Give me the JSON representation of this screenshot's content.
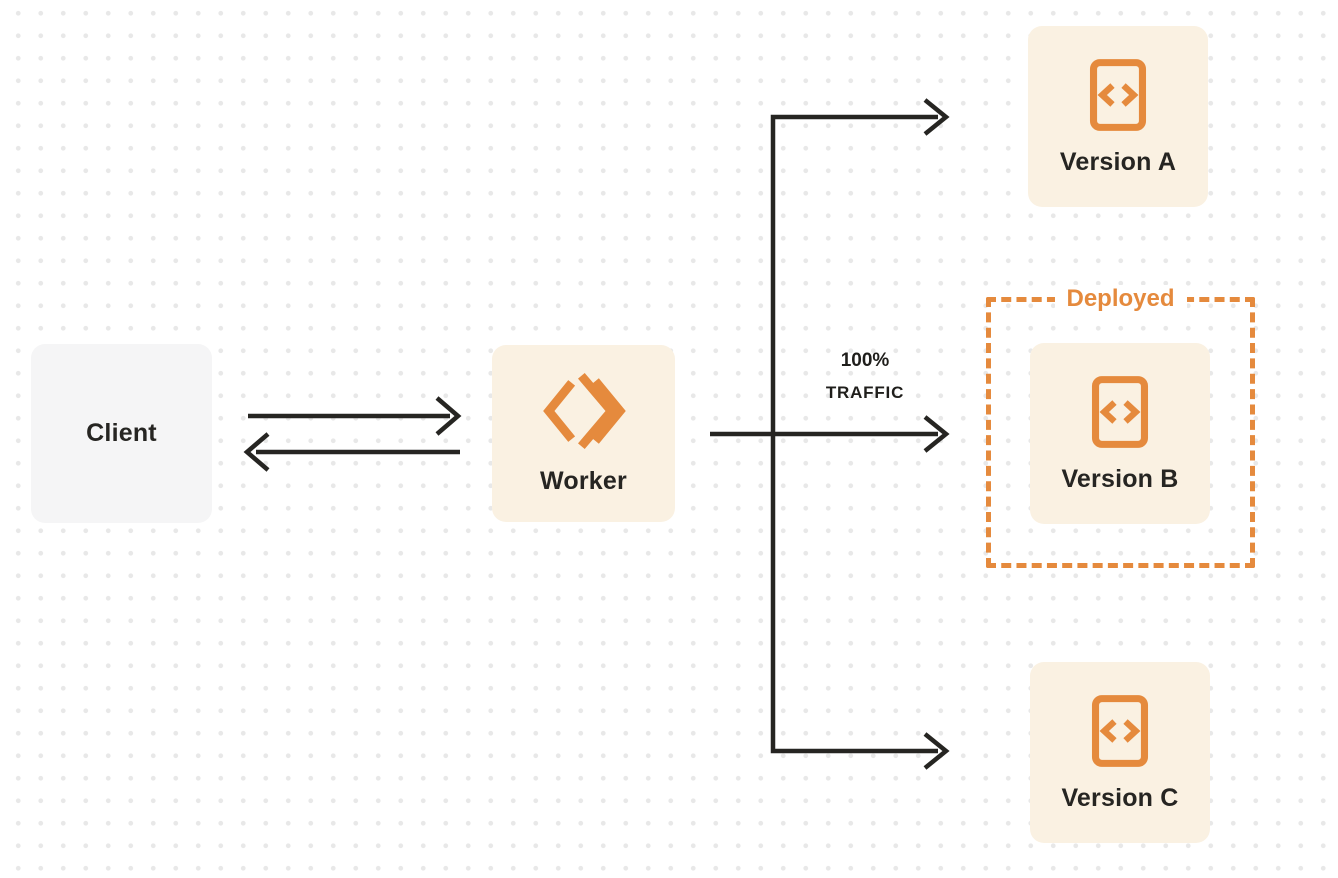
{
  "diagram": {
    "title_hint": "worker-traffic-routing-diagram",
    "nodes": {
      "client": {
        "label": "Client"
      },
      "worker": {
        "label": "Worker"
      },
      "versions": [
        {
          "id": "version-a",
          "label": "Version A"
        },
        {
          "id": "version-b",
          "label": "Version B"
        },
        {
          "id": "version-c",
          "label": "Version C"
        }
      ]
    },
    "annotations": {
      "deployed_label": "Deployed",
      "traffic": {
        "line1": "100%",
        "line2": "TRAFFIC"
      }
    },
    "edges": [
      {
        "from": "client",
        "to": "worker",
        "style": "arrow-right"
      },
      {
        "from": "worker",
        "to": "client",
        "style": "arrow-left"
      },
      {
        "from": "worker",
        "to": "version-a",
        "style": "arrow"
      },
      {
        "from": "worker",
        "to": "version-b",
        "style": "arrow",
        "label": "100% TRAFFIC"
      },
      {
        "from": "worker",
        "to": "version-c",
        "style": "arrow"
      }
    ],
    "icons": {
      "worker_icon": "cloudflare-workers-chevrons",
      "version_icon": "code-file"
    },
    "colors": {
      "accent_orange": "#e58a3d",
      "node_cream": "#faf1e2",
      "node_gray": "#f5f5f6",
      "line_dark": "#262522",
      "dot_grid": "#e8e8e8",
      "background": "#ffffff"
    }
  }
}
